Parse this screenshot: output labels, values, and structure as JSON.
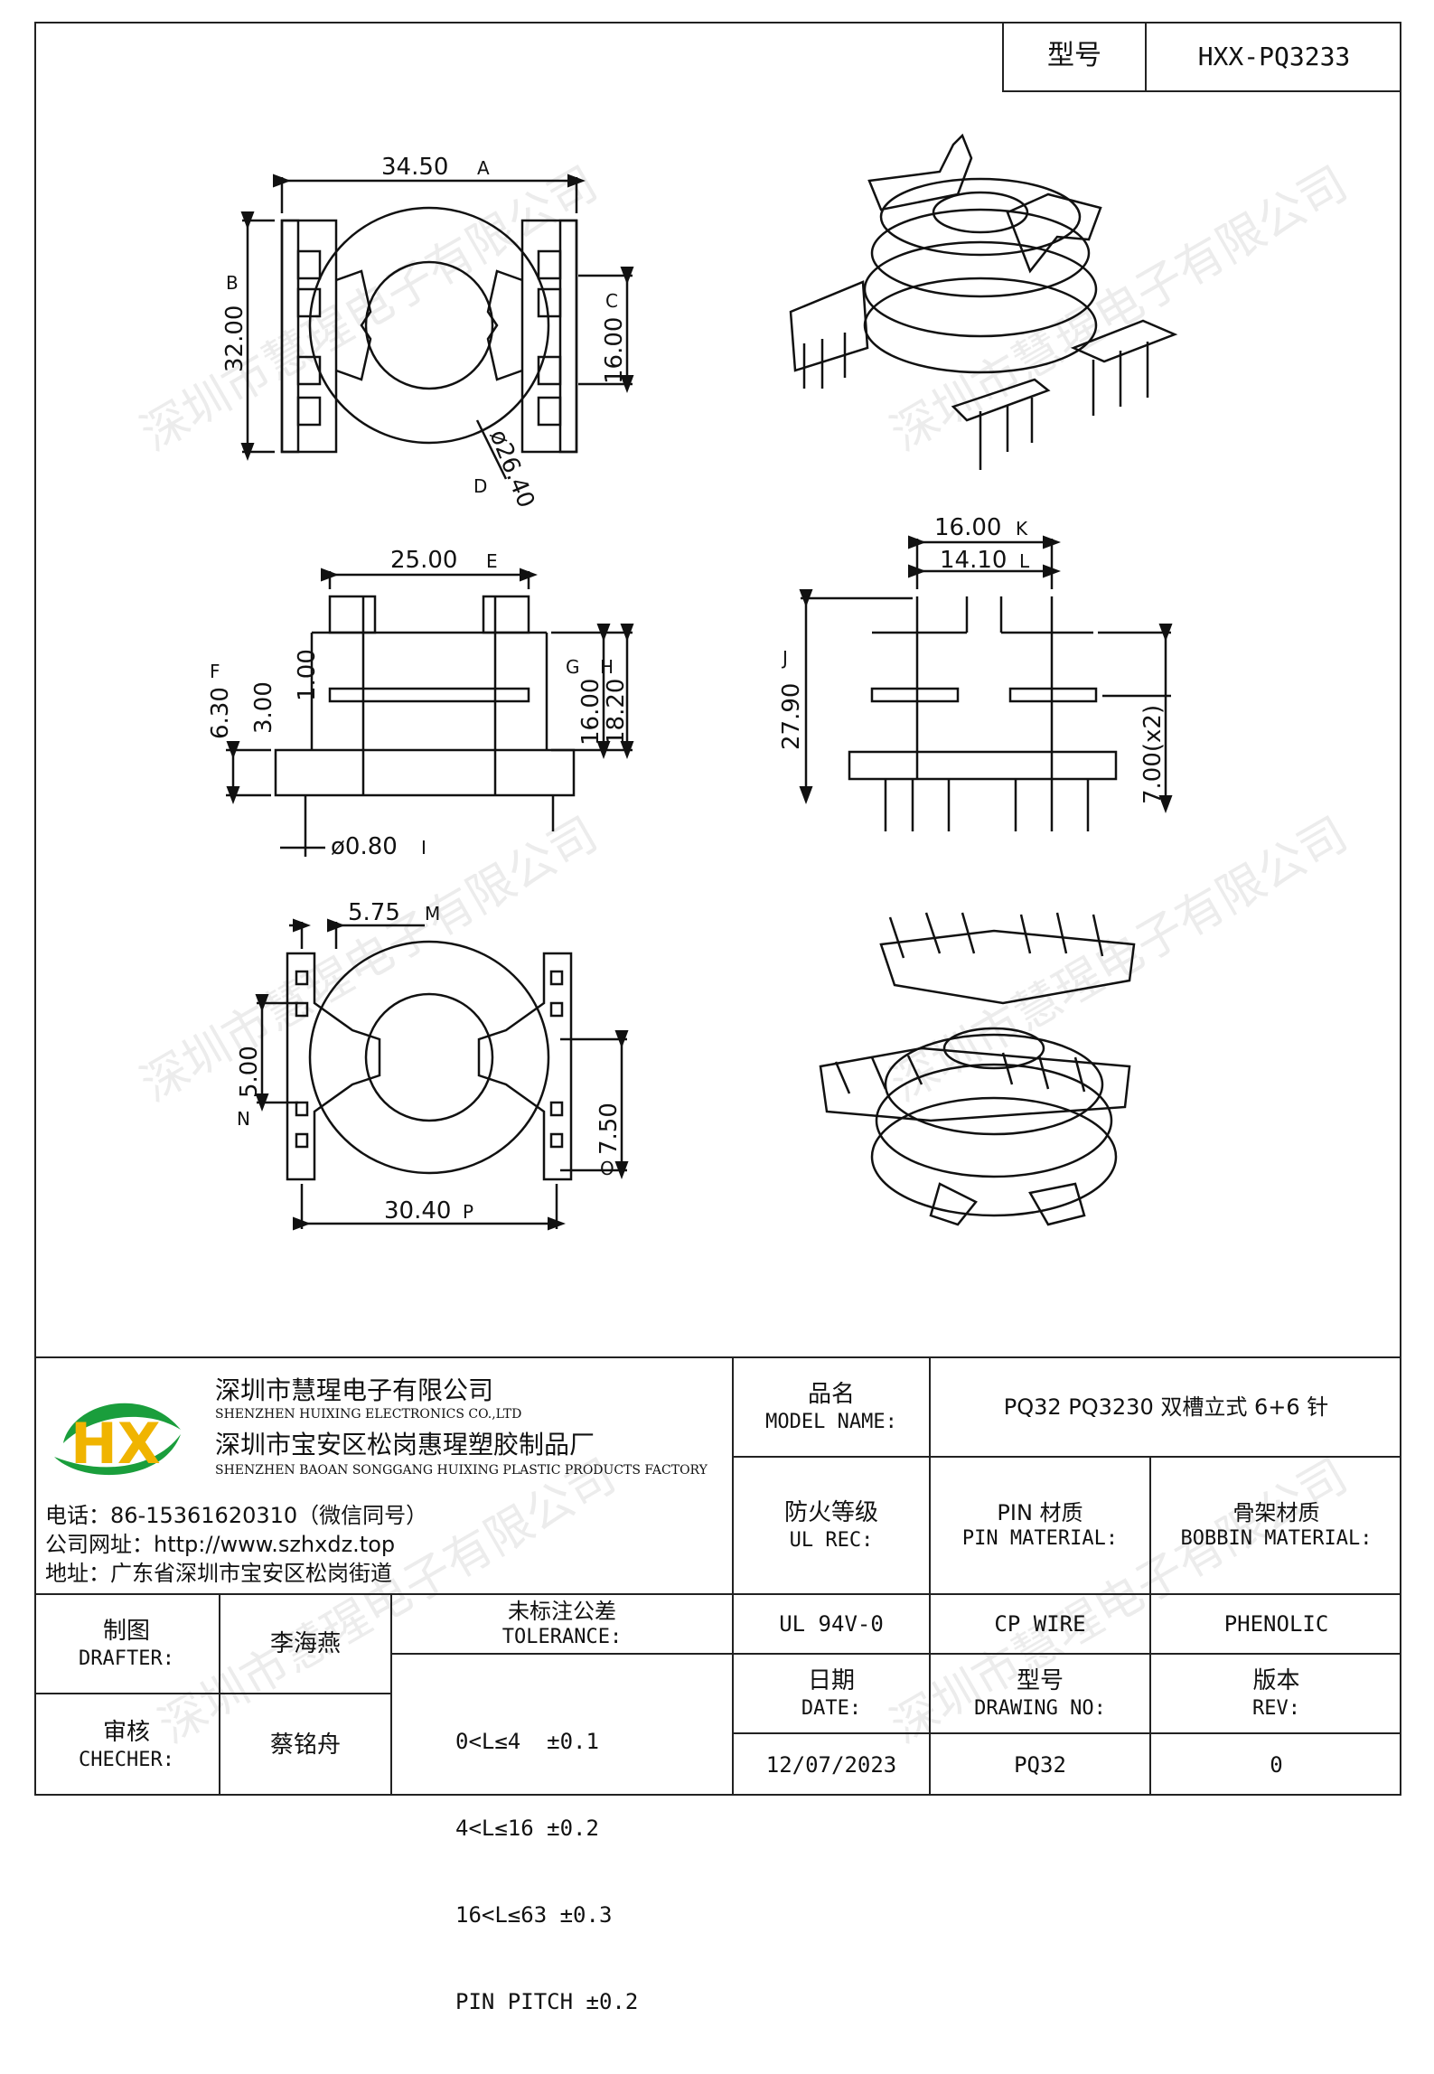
{
  "header": {
    "type_label": "型号",
    "type_value": "HXX-PQ3233"
  },
  "drawing": {
    "top_view": {
      "width": "34.50",
      "width_tag": "A",
      "height": "32.00",
      "height_tag": "B",
      "center": "16.00",
      "center_tag": "C",
      "diameter": "ø26.40",
      "diameter_tag": "D"
    },
    "front_view": {
      "width": "25.00",
      "width_tag": "E",
      "overall": "6.30",
      "overall_tag": "F",
      "inner": "3.00",
      "flange": "1.00",
      "body": "16.00",
      "body_tag": "G",
      "total": "18.20",
      "total_tag": "H",
      "pin": "ø0.80",
      "pin_tag": "I"
    },
    "side_view": {
      "outer": "16.00",
      "outer_tag": "K",
      "inner": "14.10",
      "inner_tag": "L",
      "height": "27.90",
      "height_tag": "J",
      "pitch": "7.00(x2)"
    },
    "bottom_view": {
      "pitch": "5.75",
      "pitch_tag": "M",
      "row": "5.00",
      "row_tag": "N",
      "center": "7.50",
      "center_tag": "O",
      "span": "30.40",
      "span_tag": "P"
    }
  },
  "watermark": "深圳市慧瑆电子有限公司",
  "company": {
    "name_cn": "深圳市慧瑆电子有限公司",
    "name_en": "SHENZHEN HUIXING ELECTRONICS CO.,LTD",
    "factory_cn": "深圳市宝安区松岗惠瑆塑胶制品厂",
    "factory_en": "SHENZHEN BAOAN SONGGANG HUIXING PLASTIC PRODUCTS FACTORY",
    "phone": "电话：86-15361620310（微信同号）",
    "website": "公司网址：http://www.szhxdz.top",
    "address": "地址：广东省深圳市宝安区松岗街道",
    "logo_text": "HX"
  },
  "model": {
    "label_cn": "品名",
    "label_en": "MODEL NAME:",
    "value": "PQ32 PQ3230 双槽立式 6+6 针"
  },
  "ul": {
    "label_cn": "防火等级",
    "label_en": "UL REC:",
    "value": "UL 94V-0"
  },
  "pin_material": {
    "label_cn": "PIN 材质",
    "label_en": "PIN MATERIAL:",
    "value": "CP WIRE"
  },
  "bobbin_material": {
    "label_cn": "骨架材质",
    "label_en": "BOBBIN MATERIAL:",
    "value": "PHENOLIC"
  },
  "date": {
    "label_cn": "日期",
    "label_en": "DATE:",
    "value": "12/07/2023"
  },
  "drawing_no": {
    "label_cn": "型号",
    "label_en": "DRAWING NO:",
    "value": "PQ32"
  },
  "rev": {
    "label_cn": "版本",
    "label_en": "REV:",
    "value": "0"
  },
  "drafter": {
    "label_cn": "制图",
    "label_en": "DRAFTER:",
    "value": "李海燕"
  },
  "checker": {
    "label_cn": "审核",
    "label_en": "CHECHER:",
    "value": "蔡铭舟"
  },
  "tolerance": {
    "label_cn": "未标注公差",
    "label_en": "TOLERANCE:",
    "lines": [
      "0<L≤4  ±0.1",
      "4<L≤16 ±0.2",
      "16<L≤63 ±0.3",
      "PIN PITCH ±0.2"
    ]
  }
}
